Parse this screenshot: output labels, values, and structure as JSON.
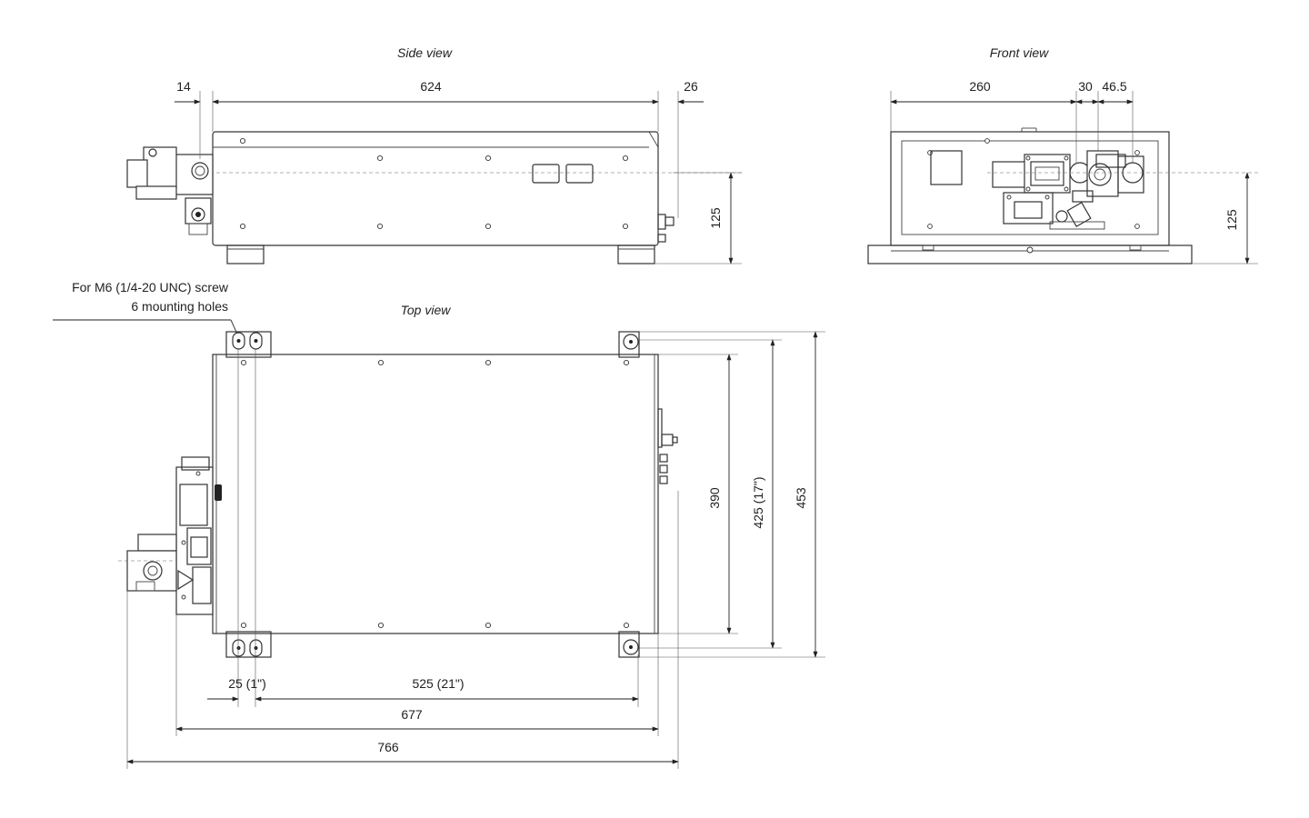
{
  "views": {
    "side": "Side view",
    "front": "Front view",
    "top": "Top view"
  },
  "side_dims": {
    "left_margin": "14",
    "length": "624",
    "right_margin": "26",
    "height": "125"
  },
  "front_dims": {
    "width_a": "260",
    "width_b": "30",
    "width_c": "46.5",
    "height": "125"
  },
  "top_dims": {
    "hole_pitch": "25 (1\")",
    "hole_span": "525 (21\")",
    "base_length": "677",
    "overall_length": "766",
    "body_width": "390",
    "hole_width": "425 (17\")",
    "overall_width": "453"
  },
  "notes": {
    "screw": "For M6 (1/4-20 UNC) screw",
    "holes": "6 mounting holes"
  },
  "colors": {
    "line": "#333333",
    "text": "#222222",
    "background": "#ffffff"
  }
}
